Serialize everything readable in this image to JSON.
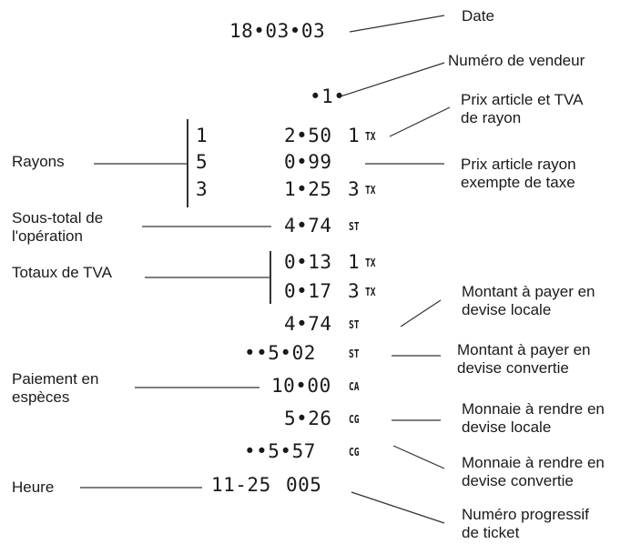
{
  "receipt": {
    "date": "18•03•03",
    "clerk": "•1•",
    "dept_rows": [
      {
        "dept": "1",
        "amount": "2•50",
        "code": "1",
        "tax_tag": "TX"
      },
      {
        "dept": "5",
        "amount": "0•99",
        "code": "",
        "tax_tag": ""
      },
      {
        "dept": "3",
        "amount": "1•25",
        "code": "3",
        "tax_tag": "TX"
      }
    ],
    "subtotal": {
      "amount": "4•74",
      "tag": "ST"
    },
    "vat_rows": [
      {
        "amount": "0•13",
        "code": "1",
        "tax_tag": "TX"
      },
      {
        "amount": "0•17",
        "code": "3",
        "tax_tag": "TX"
      }
    ],
    "to_pay_local": {
      "amount": "4•74",
      "tag": "ST"
    },
    "to_pay_converted": {
      "amount": "••5•02",
      "tag": "ST"
    },
    "cash": {
      "amount": "10•00",
      "tag": "CA"
    },
    "change_local": {
      "amount": "5•26",
      "tag": "CG"
    },
    "change_converted": {
      "amount": "••5•57",
      "tag": "CG"
    },
    "time": "11-25",
    "ticket_number": "005"
  },
  "labels": {
    "date": "Date",
    "clerk_number": "Numéro de vendeur",
    "dept_price_vat_1": "Prix article et TVA",
    "dept_price_vat_2": "de rayon",
    "departments": "Rayons",
    "dept_price_exempt_1": "Prix article rayon",
    "dept_price_exempt_2": "exempte de taxe",
    "subtotal_1": "Sous-total de",
    "subtotal_2": "l'opération",
    "vat_totals": "Totaux de TVA",
    "pay_local_1": "Montant à payer en",
    "pay_local_2": "devise locale",
    "pay_converted_1": "Montant à payer en",
    "pay_converted_2": "devise convertie",
    "cash_1": "Paiement en",
    "cash_2": "espèces",
    "change_local_1": "Monnaie à rendre en",
    "change_local_2": "devise locale",
    "change_converted_1": "Monnaie à rendre en",
    "change_converted_2": "devise convertie",
    "time": "Heure",
    "ticket_number_1": "Numéro progressif",
    "ticket_number_2": "de ticket"
  }
}
